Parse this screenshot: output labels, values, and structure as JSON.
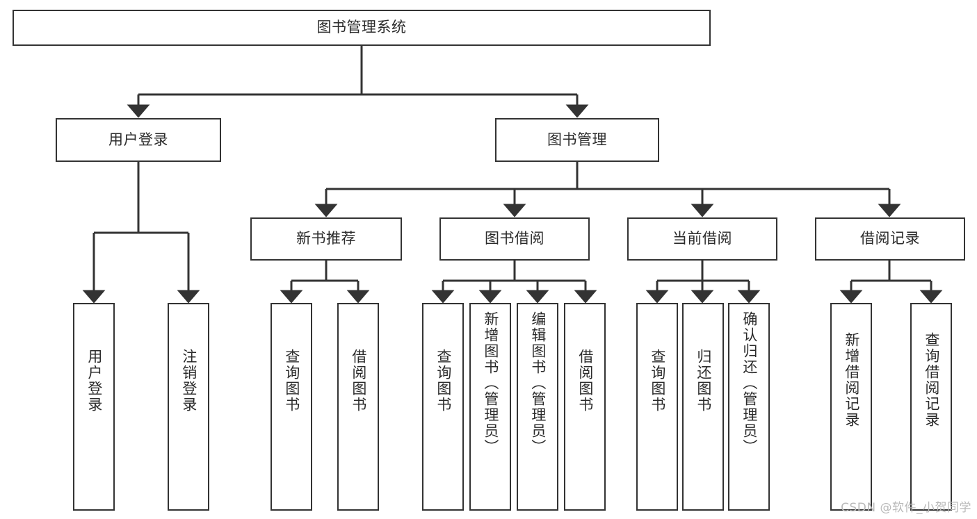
{
  "diagram": {
    "title": "图书管理系统",
    "type": "hierarchy-tree",
    "watermark": "CSDN @软件_小贺同学",
    "colors": {
      "stroke": "#333333",
      "text": "#2b2b2b",
      "background": "#ffffff",
      "watermark": "#b9b9b9"
    }
  },
  "nodes": {
    "root": {
      "label": "图书管理系统"
    },
    "level2": [
      {
        "label": "用户登录"
      },
      {
        "label": "图书管理"
      }
    ],
    "level3": [
      {
        "label": "新书推荐"
      },
      {
        "label": "图书借阅"
      },
      {
        "label": "当前借阅"
      },
      {
        "label": "借阅记录"
      }
    ],
    "leaves": {
      "user_login": [
        {
          "label": "用户登录"
        },
        {
          "label": "注销登录"
        }
      ],
      "new_book": [
        {
          "label": "查询图书"
        },
        {
          "label": "借阅图书"
        }
      ],
      "borrow_book": [
        {
          "label": "查询图书"
        },
        {
          "label": "新增图书（管理员）"
        },
        {
          "label": "编辑图书（管理员）"
        },
        {
          "label": "借阅图书"
        }
      ],
      "current_borrow": [
        {
          "label": "查询图书"
        },
        {
          "label": "归还图书"
        },
        {
          "label": "确认归还（管理员）"
        }
      ],
      "borrow_record": [
        {
          "label": "新增借阅记录"
        },
        {
          "label": "查询借阅记录"
        }
      ]
    }
  }
}
